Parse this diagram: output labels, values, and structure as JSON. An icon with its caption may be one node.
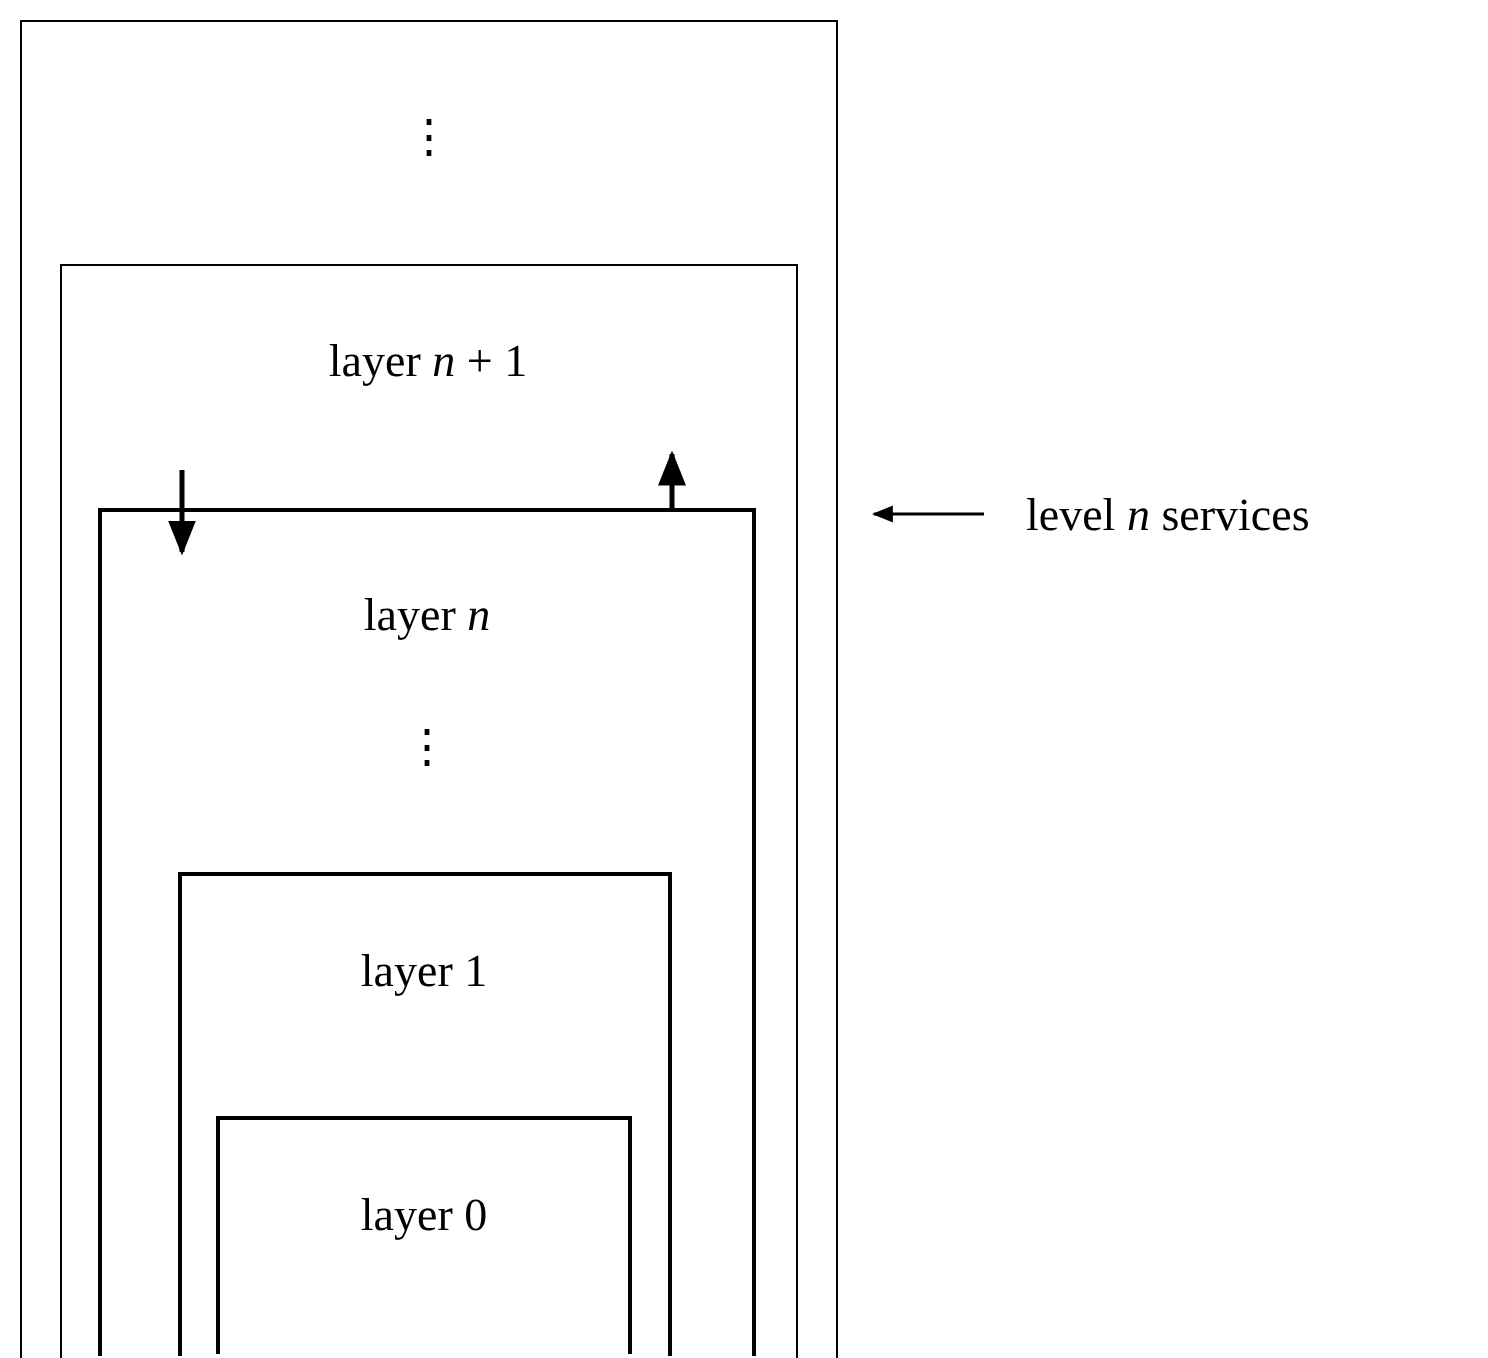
{
  "diagram": {
    "nodes": [
      {
        "text": [
          "⋮"
        ]
      },
      {
        "text": [
          "layer *n* + 1"
        ],
        "in": 0
      },
      {
        "text": [
          "layer *n*",
          "⋮"
        ],
        "in": 1
      },
      {
        "text": [
          "layer 1"
        ],
        "in": 2
      },
      {
        "text": [
          "layer 0"
        ],
        "in": 3
      },
      {
        "text": [
          "level *n* services"
        ]
      }
    ],
    "edges": [
      {
        "from": null,
        "to": 2,
        "arrow": "to"
      },
      {
        "from": 2,
        "to": null,
        "arrow": "to"
      },
      {
        "from": 5,
        "to": 2,
        "arrow": "to"
      }
    ]
  }
}
